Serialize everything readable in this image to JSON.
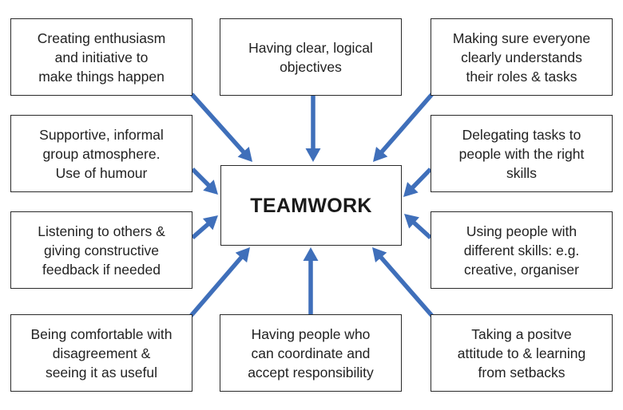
{
  "center": {
    "label": "TEAMWORK"
  },
  "factors": {
    "top_left": "Creating enthusiasm\nand initiative to\nmake things happen",
    "top_center": "Having clear, logical\nobjectives",
    "top_right": "Making sure everyone\nclearly understands\ntheir roles & tasks",
    "mid_left_1": "Supportive, informal\ngroup atmosphere.\nUse of humour",
    "mid_right_1": "Delegating tasks to\npeople with the right\nskills",
    "mid_left_2": "Listening to others &\ngiving constructive\nfeedback if needed",
    "mid_right_2": "Using people with\ndifferent skills: e.g.\ncreative, organiser",
    "bottom_left": "Being comfortable with\ndisagreement &\nseeing it as useful",
    "bottom_center": "Having people who\ncan coordinate and\naccept responsibility",
    "bottom_right": "Taking a positve\nattitude to & learning\nfrom setbacks"
  },
  "colors": {
    "arrow": "#3f6fba",
    "border": "#2a2a2a"
  }
}
